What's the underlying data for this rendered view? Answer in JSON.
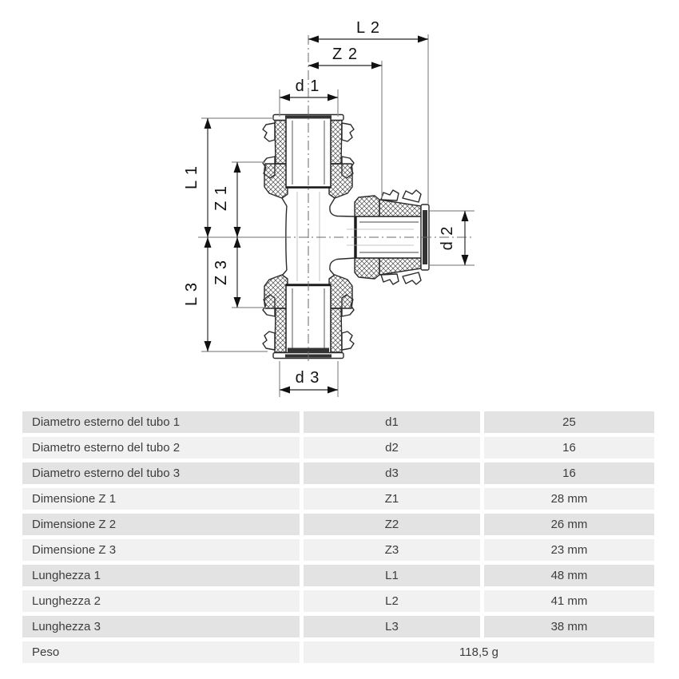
{
  "diagram": {
    "labels": {
      "L1": "L 1",
      "Z1": "Z 1",
      "L3": "L 3",
      "Z3": "Z 3",
      "L2": "L 2",
      "Z2": "Z 2",
      "d1": "d 1",
      "d2": "d 2",
      "d3": "d 3"
    }
  },
  "table": {
    "rows": [
      {
        "label": "Diametro esterno del tubo 1",
        "symbol": "d1",
        "value": "25"
      },
      {
        "label": "Diametro esterno del tubo 2",
        "symbol": "d2",
        "value": "16"
      },
      {
        "label": "Diametro esterno del tubo 3",
        "symbol": "d3",
        "value": "16"
      },
      {
        "label": "Dimensione Z 1",
        "symbol": "Z1",
        "value": "28 mm"
      },
      {
        "label": "Dimensione Z 2",
        "symbol": "Z2",
        "value": "26 mm"
      },
      {
        "label": "Dimensione Z 3",
        "symbol": "Z3",
        "value": "23 mm"
      },
      {
        "label": "Lunghezza 1",
        "symbol": "L1",
        "value": "48 mm"
      },
      {
        "label": "Lunghezza 2",
        "symbol": "L2",
        "value": "41 mm"
      },
      {
        "label": "Lunghezza 3",
        "symbol": "L3",
        "value": "38 mm"
      }
    ],
    "footer": {
      "label": "Peso",
      "value": "118,5 g"
    }
  },
  "colors": {
    "row_dark": "#e3e3e3",
    "row_light": "#f1f1f1",
    "drawing_line": "#2a2a2a",
    "dimension_line": "#4a4a4a",
    "extension_line": "#8c8c8c",
    "text": "#3d3d3d"
  }
}
